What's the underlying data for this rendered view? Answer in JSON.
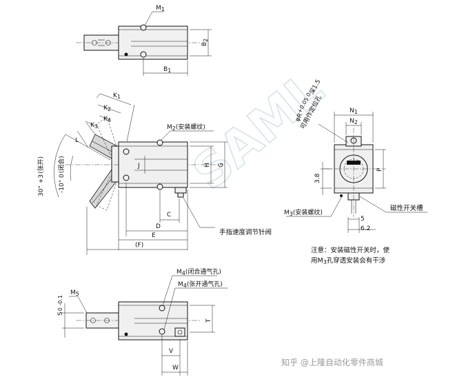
{
  "views": {
    "top": {
      "m1": "M",
      "m1_sub": "1",
      "b2": "B",
      "b2_sub": "2",
      "b1": "B",
      "b1_sub": "1"
    },
    "front": {
      "k1": "K",
      "k1_sub": "1",
      "k2": "K",
      "k2_sub": "2",
      "k3": "K",
      "k3_sub": "3",
      "k4": "K",
      "k4_sub": "4",
      "l": "L",
      "angle_open": "30° +3",
      "angle_open_sub": "0",
      "angle_open_label": "(张开)",
      "angle_close": "-10° 0",
      "angle_close_sub": "-3",
      "angle_close_label": "(闭合)",
      "m2": "M",
      "m2_sub": "2",
      "m2_label": "(安装螺纹)",
      "j": "J",
      "h": "H",
      "g": "G",
      "c": "C",
      "d": "D",
      "e": "E",
      "f": "(F)",
      "valve_label": "手指速度调节针阀"
    },
    "side": {
      "n1": "N",
      "n1_sub": "1",
      "n2": "N",
      "n2_sub": "2",
      "r_dim": "φR",
      "r_tol": "+0.05 0",
      "r_depth": "深1.5",
      "pin_hole": "可用作定位孔",
      "p": "P",
      "dim_38": "3.8",
      "m3": "M",
      "m3_sub": "3",
      "m3_label": "(安装螺纹)",
      "sensor_slot": "磁性开关槽",
      "dim_5": "5",
      "dim_62": "6.2",
      "note_line1": "注意：安装磁性开关时，使",
      "note_line2_a": "用M",
      "note_line2_sub": "3",
      "note_line2_b": "孔穿透安装会有干涉"
    },
    "bottom": {
      "m4_close": "M",
      "m4_close_sub": "4",
      "m4_close_label": "(闭合通气孔)",
      "m4_open": "M",
      "m4_open_sub": "4",
      "m4_open_label": "(张开通气孔)",
      "m5": "M",
      "m5_sub": "5",
      "s_dim": "S",
      "s_tol": "0 -0.1",
      "t": "T",
      "v": "V",
      "w": "W"
    }
  },
  "watermark": {
    "logo_text": "SAML",
    "footer": "知乎 @上隆自动化零件商城"
  }
}
